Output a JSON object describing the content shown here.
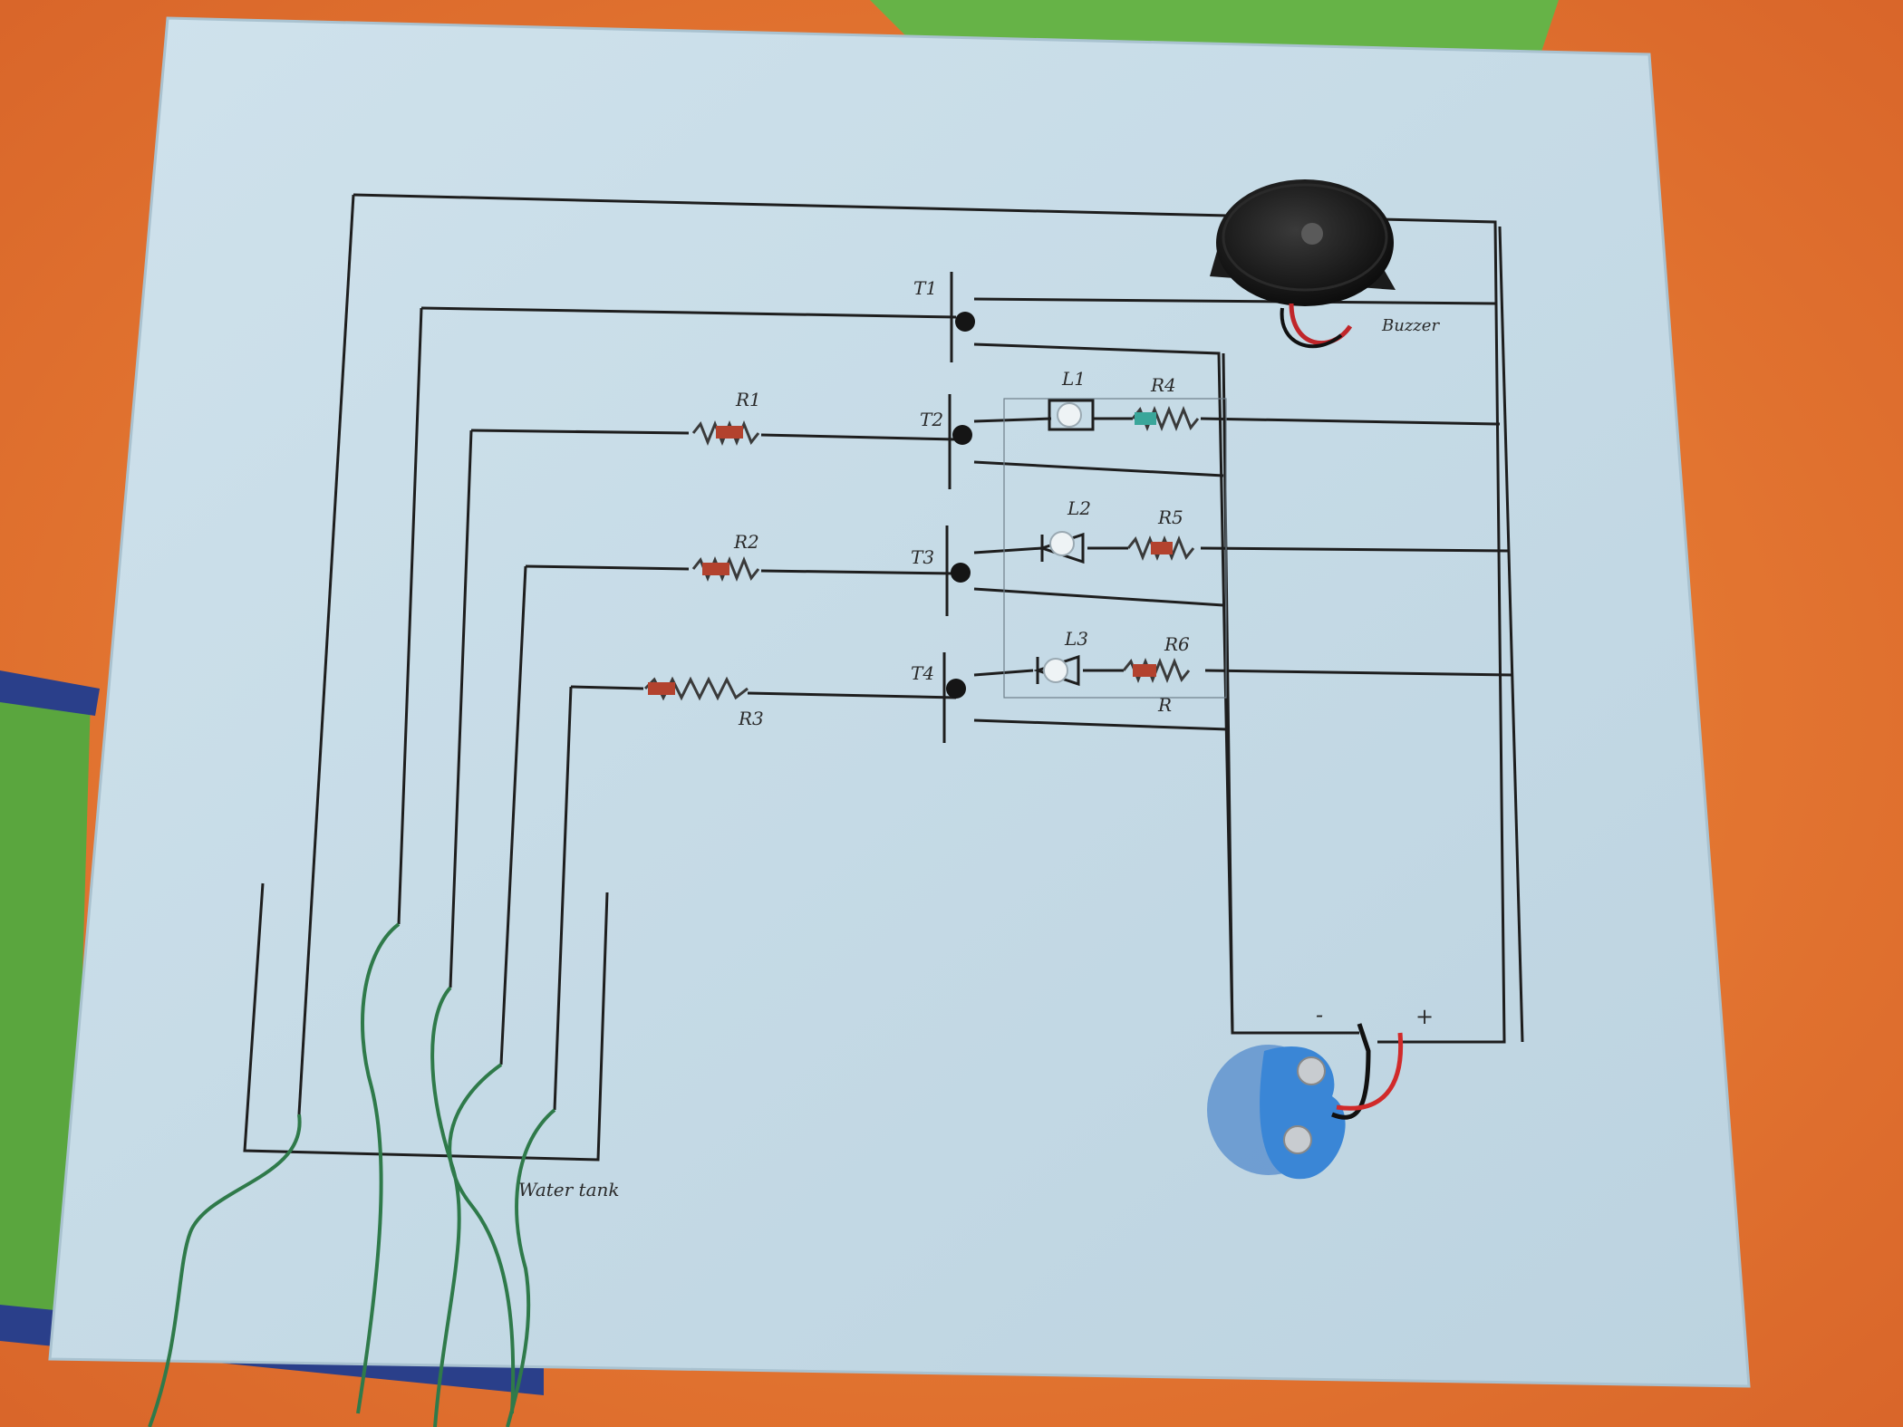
{
  "labels": {
    "t1": "T1",
    "t2": "T2",
    "t3": "T3",
    "t4": "T4",
    "r1": "R1",
    "r2": "R2",
    "r3": "R3",
    "r4": "R4",
    "r5": "R5",
    "r6": "R6",
    "l1": "L1",
    "l2": "L2",
    "l3": "L3",
    "r": "R",
    "buzzer": "Buzzer",
    "water_tank": "Water tank",
    "minus": "-",
    "plus": "+"
  },
  "colors": {
    "background_cloth": "#e8782c",
    "board": "#c9dde8",
    "ink": "#1e1e1e",
    "wire_green": "#2f7a4a",
    "battery_clip": "#3a86d6",
    "buzzer": "#1a1a1a"
  }
}
